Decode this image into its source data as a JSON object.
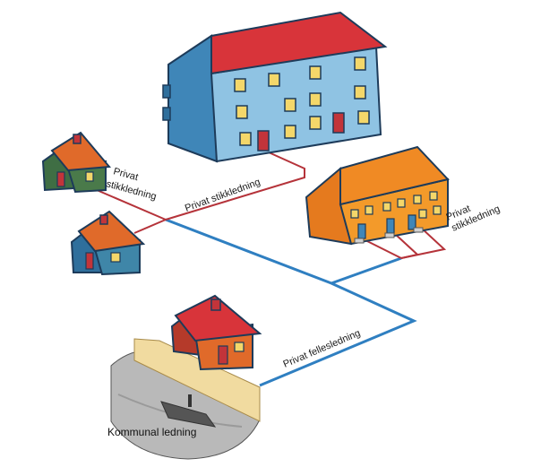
{
  "labels": {
    "privat_stikk_left_line1": "Privat",
    "privat_stikk_left_line2": "stikkledning",
    "privat_stikk_center": "Privat stikkledning",
    "privat_stikk_right_line1": "Privat",
    "privat_stikk_right_line2": "stikkledning",
    "privat_felles": "Privat fellesledning",
    "kommunal": "Kommunal ledning"
  },
  "colors": {
    "shared_pipe": "#2f7fc1",
    "private_pipe": "#b5333a",
    "roof_red": "#d8343a",
    "wall_blue": "#8fc3e3",
    "wall_orange": "#f08a24",
    "wall_green": "#4a7a4a",
    "wall_teal": "#3f86a8",
    "road_gray": "#b9b9b9"
  }
}
